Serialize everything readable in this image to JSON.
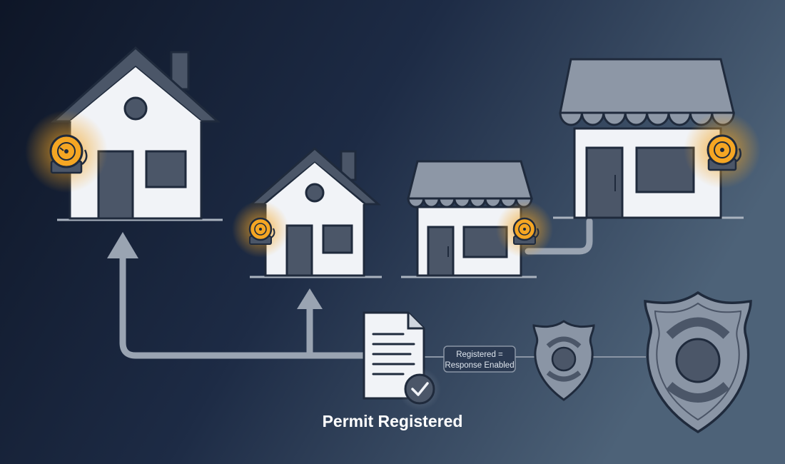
{
  "colors": {
    "bg_left": "#0e1627",
    "bg_mid": "#1d2b45",
    "bg_right": "#4d6278",
    "building": "#f1f3f7",
    "roof": "#8d97a6",
    "door": "#4b5668",
    "outline": "#1f2a3c",
    "connector": "#9aa4b2",
    "alarm": "#f5a623",
    "badge": "#8a95a5"
  },
  "icons": {
    "house": "house-icon",
    "store": "storefront-icon",
    "alarm": "alarm-bell-icon",
    "permit": "permit-document-icon",
    "check": "check-circle-icon",
    "badge": "police-badge-icon"
  },
  "flow_label": {
    "line1": "Registered =",
    "line2": "Response Enabled"
  },
  "permit_label": "Permit Registered"
}
